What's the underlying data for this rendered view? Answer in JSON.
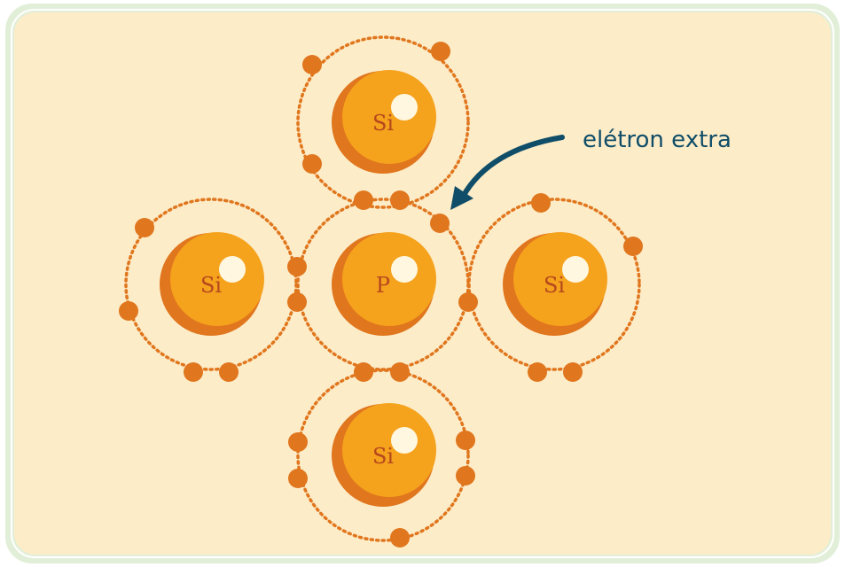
{
  "colors": {
    "background": "#fdecc8",
    "frame_outer": "#e2efd8",
    "frame_inner": "#ffffff",
    "nucleus": "#f5a21d",
    "nucleus_shadow": "#e0761d",
    "highlight": "#fff7df",
    "electron": "#e0761d",
    "label": "#b5481d",
    "callout_text": "#0f4d68",
    "arrow": "#0f4d68"
  },
  "atoms": [
    {
      "id": "top",
      "label": "Si"
    },
    {
      "id": "left",
      "label": "Si"
    },
    {
      "id": "center",
      "label": "P"
    },
    {
      "id": "right",
      "label": "Si"
    },
    {
      "id": "bottom",
      "label": "Si"
    }
  ],
  "callout": {
    "text": "elétron extra"
  }
}
